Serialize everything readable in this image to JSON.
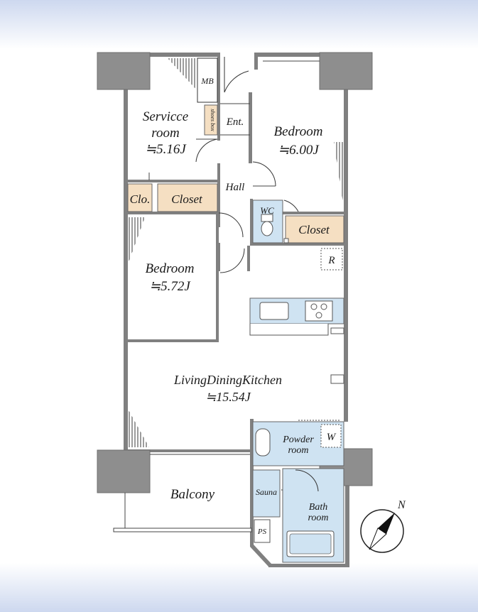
{
  "plan": {
    "rooms": {
      "service_room_name_line1": "Servicce",
      "service_room_name_line2": "room",
      "service_room_area": "≒5.16J",
      "bedroom1_name": "Bedroom",
      "bedroom1_area": "≒6.00J",
      "bedroom2_name": "Bedroom",
      "bedroom2_area": "≒5.72J",
      "ldk_name": "LivingDiningKitchen",
      "ldk_area": "≒15.54J",
      "balcony": "Balcony",
      "hall": "Hall",
      "entrance": "Ent.",
      "mb": "MB",
      "shoes_box": "shoes box",
      "clo": "Clo.",
      "closet_left": "Closet",
      "closet_right": "Closet",
      "wc": "WC",
      "r": "R",
      "powder_line1": "Powder",
      "powder_line2": "room",
      "w": "W",
      "sauna": "Sauna",
      "bath_line1": "Bath",
      "bath_line2": "room",
      "ps": "PS"
    },
    "compass": {
      "north": "N"
    }
  }
}
